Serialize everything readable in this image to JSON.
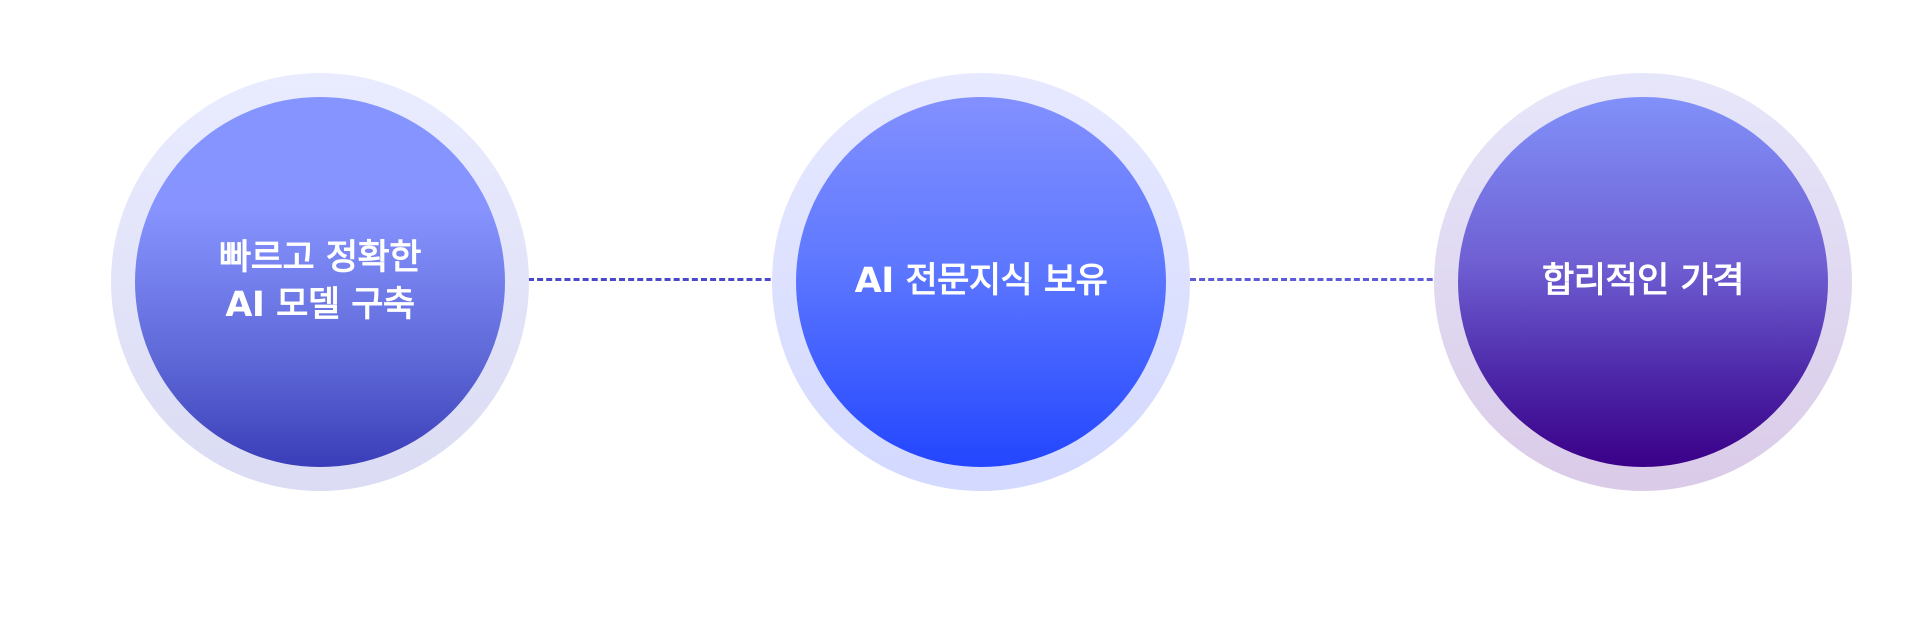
{
  "features": [
    {
      "label": "빠르고 정확한\nAI 모델 구축"
    },
    {
      "label": "AI 전문지식 보유"
    },
    {
      "label": "합리적인 가격"
    }
  ]
}
